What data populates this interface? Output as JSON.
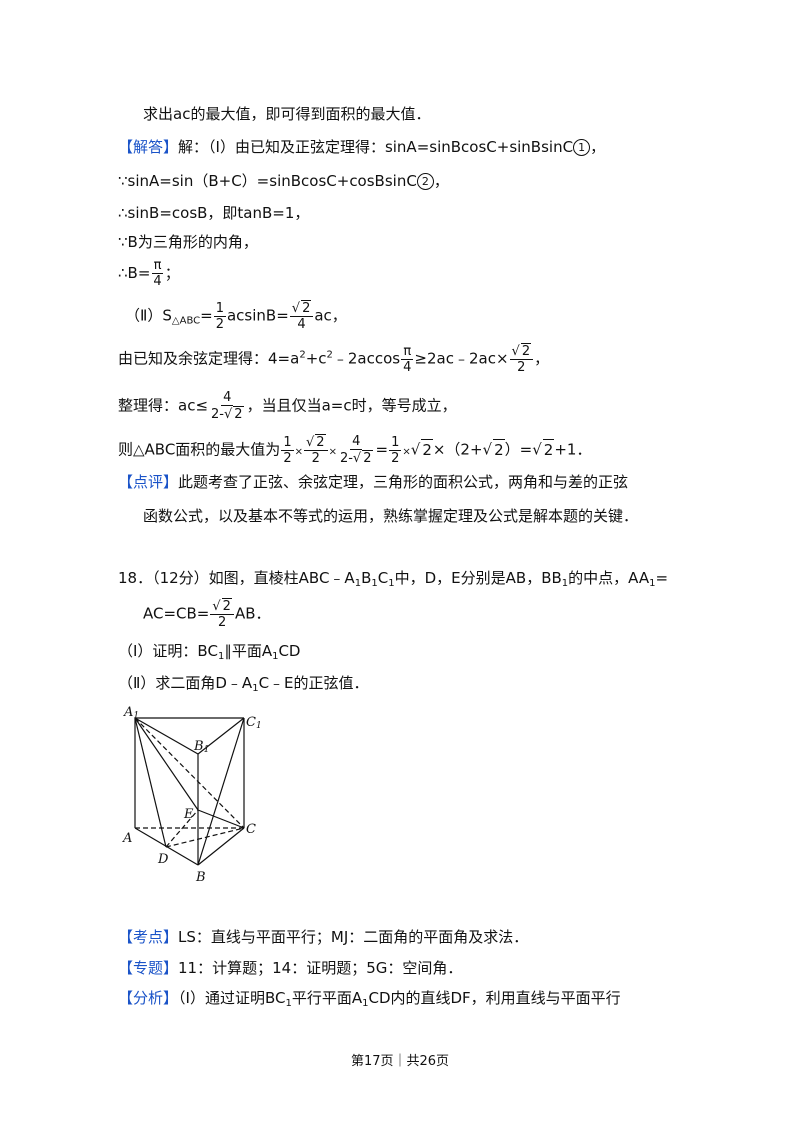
{
  "lines": {
    "l1": "求出ac的最大值，即可得到面积的最大值．",
    "answer_tag": "【解答】",
    "l2a": "解：（Ⅰ）由已知及正弦定理得：sinA=sinBcosC+sinBsinC",
    "l2_circ": "1",
    "l2_end": "，",
    "l3a": "∵sinA=sin（B+C）=sinBcosC+cosBsinC",
    "l3_circ": "2",
    "l3_end": "，",
    "l4": "∴sinB=cosB，即tanB=1，",
    "l5": "∵B为三角形的内角，",
    "l6a": "∴B=",
    "l6_num": "π",
    "l6_den": "4",
    "l6_end": "；",
    "l7a": "（Ⅱ）S",
    "l7_sub": "△ABC",
    "l7b": "=",
    "l7_f1n": "1",
    "l7_f1d": "2",
    "l7c": "acsinB=",
    "l7_f2n": "2",
    "l7_f2d": "4",
    "l7d": "ac，",
    "l8a": "由已知及余弦定理得：4=a",
    "l8_sup1": "2",
    "l8b": "+c",
    "l8_sup2": "2",
    "l8c": "﹣2accos",
    "l8_fn": "π",
    "l8_fd": "4",
    "l8d": "≥2ac﹣2ac×",
    "l8_f2n": "2",
    "l8_f2d": "2",
    "l8e": "，",
    "l9a": "整理得：ac≤",
    "l9_fn": "4",
    "l9_fd_a": "2-",
    "l9_fd_rad": "2",
    "l9b": "，当且仅当a=c时，等号成立，",
    "l10a": "则△ABC面积的最大值为",
    "l10_f1n": "1",
    "l10_f1d": "2",
    "l10_x1": "×",
    "l10_f2n": "2",
    "l10_f2d": "2",
    "l10_x2": "×",
    "l10_f3n": "4",
    "l10_f3d_a": "2-",
    "l10_f3d_rad": "2",
    "l10_eq": "=",
    "l10_f4n": "1",
    "l10_f4d": "2",
    "l10_x3": "×",
    "l10_rad1": "2",
    "l10_b": "×（2+",
    "l10_rad2": "2",
    "l10_c": "）=",
    "l10_rad3": "2",
    "l10_d": "+1．",
    "comment_tag": "【点评】",
    "l11": "此题考查了正弦、余弦定理，三角形的面积公式，两角和与差的正弦",
    "l12": "函数公式，以及基本不等式的运用，熟练掌握定理及公式是解本题的关键．",
    "q18a": "18．（12分）如图，直棱柱ABC﹣A",
    "q18_s1": "1",
    "q18b": "B",
    "q18_s2": "1",
    "q18c": "C",
    "q18_s3": "1",
    "q18d": "中，D，E分别是AB，BB",
    "q18_s4": "1",
    "q18e": "的中点，AA",
    "q18_s5": "1",
    "q18f": "=",
    "q18g": "AC=CB=",
    "q18_fn": "2",
    "q18_fd": "2",
    "q18h": "AB．",
    "p1a": "（Ⅰ）证明：BC",
    "p1_s": "1",
    "p1b": "∥平面A",
    "p1_s2": "1",
    "p1c": "CD",
    "p2a": "（Ⅱ）求二面角D﹣A",
    "p2_s": "1",
    "p2b": "C﹣E的正弦值．",
    "kd_tag": "【考点】",
    "kd": "LS：直线与平面平行；MJ：二面角的平面角及求法．",
    "zt_tag": "【专题】",
    "zt": "11：计算题；14：证明题；5G：空间角．",
    "fx_tag": "【分析】",
    "fx_a": "（Ⅰ）通过证明BC",
    "fx_s1": "1",
    "fx_b": "平行平面A",
    "fx_s2": "1",
    "fx_c": "CD内的直线DF，利用直线与平面平行"
  },
  "figure": {
    "A1": "A",
    "A1_sub": "1",
    "C1": "C",
    "C1_sub": "1",
    "B1": "B",
    "B1_sub": "1",
    "E": "E",
    "A": "A",
    "C": "C",
    "D": "D",
    "B": "B"
  },
  "footer": "第17页｜共26页",
  "colors": {
    "tag": "#1a53c8",
    "text": "#111111"
  }
}
